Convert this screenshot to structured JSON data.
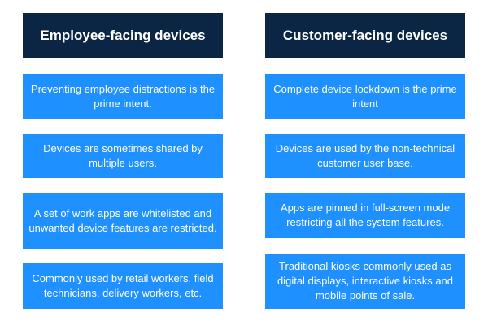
{
  "colors": {
    "header_bg": "#0b2545",
    "card_bg": "#1e90ff",
    "text": "#ffffff"
  },
  "columns": [
    {
      "header": "Employee-facing devices",
      "cards": [
        "Preventing employee distractions is the prime intent.",
        "Devices are sometimes shared by multiple users.",
        "A set of work apps are whitelisted and unwanted device features are restricted.",
        "Commonly used by retail workers, field technicians, delivery workers, etc."
      ]
    },
    {
      "header": "Customer-facing devices",
      "cards": [
        "Complete device lockdown is the prime intent",
        "Devices are used by the non-technical customer user base.",
        "Apps are pinned in full-screen mode restricting all the system features.",
        "Traditional kiosks commonly used as digital displays, interactive kiosks and mobile points of sale."
      ]
    }
  ]
}
